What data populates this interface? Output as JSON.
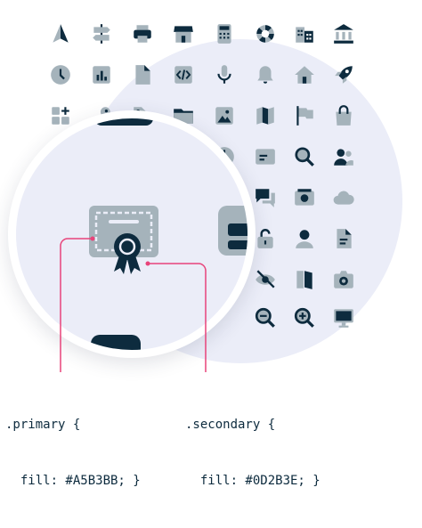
{
  "colors": {
    "page_background": "#ffffff",
    "circle_background": "#ebedf8",
    "icon_primary": "#a5b3bb",
    "icon_secondary": "#0d2b3e",
    "callout_line": "#e8437a"
  },
  "icons": [
    "navigation-arrow-icon",
    "signpost-icon",
    "printer-icon",
    "storefront-icon",
    "calculator-icon",
    "lifebuoy-icon",
    "city-buildings-icon",
    "bank-icon",
    "clock-icon",
    "bar-chart-icon",
    "document-icon",
    "code-file-icon",
    "microphone-icon",
    "bell-icon",
    "home-icon",
    "rocket-icon",
    "add-apps-icon",
    "key-icon",
    "tag-icon",
    "folder-icon",
    "image-icon",
    "map-icon",
    "flag-icon",
    "shopping-bag-icon",
    "dashboard-icon",
    "credit-card-icon",
    "search-icon",
    "user-group-icon",
    "chat-bubbles-icon",
    "photo-gallery-icon",
    "cloud-icon",
    "unlock-icon",
    "user-icon",
    "text-document-icon",
    "eye-off-icon",
    "book-icon",
    "camera-icon",
    "zoom-out-icon",
    "zoom-in-icon",
    "monitor-icon",
    "certificate-icon"
  ],
  "code": {
    "primary": {
      "selector": ".primary {",
      "declaration": "  fill: #A5B3BB; }"
    },
    "secondary": {
      "selector": ".secondary {",
      "declaration": "  fill: #0D2B3E; }"
    }
  }
}
